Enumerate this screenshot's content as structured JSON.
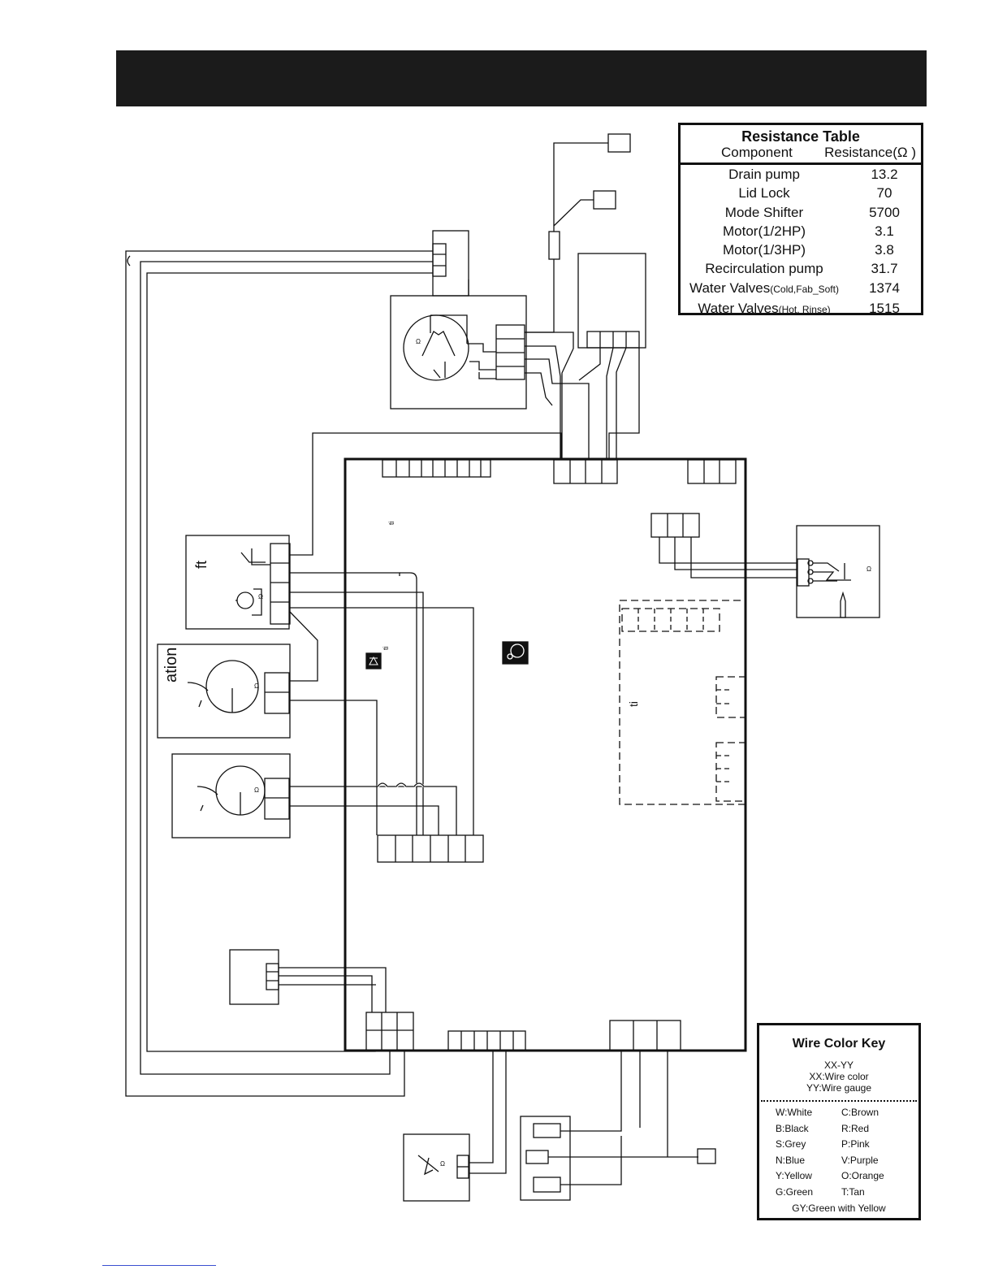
{
  "resistance_table": {
    "title": "Resistance Table",
    "col_component": "Component",
    "col_resistance": "Resistance(Ω )",
    "rows": [
      {
        "component": "Drain pump",
        "suffix": "",
        "value": "13.2"
      },
      {
        "component": "Lid Lock",
        "suffix": "",
        "value": "70"
      },
      {
        "component": "Mode Shifter",
        "suffix": "",
        "value": "5700"
      },
      {
        "component": "Motor(1/2HP)",
        "suffix": "",
        "value": "3.1"
      },
      {
        "component": "Motor(1/3HP)",
        "suffix": "",
        "value": "3.8"
      },
      {
        "component": "Recirculation pump",
        "suffix": "",
        "value": "31.7"
      },
      {
        "component": "Water Valves",
        "suffix": "(Cold,Fab_Soft)",
        "value": "1374"
      },
      {
        "component": "Water Valves",
        "suffix": "(Hot, Rinse)",
        "value": "1515"
      }
    ]
  },
  "wire_key": {
    "title": "Wire Color Key",
    "format": "XX-YY",
    "format_color": "XX:Wire color",
    "format_gauge": "YY:Wire gauge",
    "entries": [
      "W:White",
      "C:Brown",
      "B:Black",
      "R:Red",
      "S:Grey",
      "P:Pink",
      "N:Blue",
      "V:Purple",
      "Y:Yellow",
      "O:Orange",
      "G:Green",
      "T:Tan"
    ],
    "footer": "GY:Green with Yellow"
  },
  "fragments": {
    "soft_label": "ft",
    "recirc_label": "ation",
    "omega": "Ω",
    "board_ti_1": "ti",
    "board_ti_2": "ti",
    "board_ti_3": "ti"
  },
  "colors": {
    "line": "#111111",
    "title_bar": "#1b1b1b",
    "link": "#3a4fd0"
  }
}
